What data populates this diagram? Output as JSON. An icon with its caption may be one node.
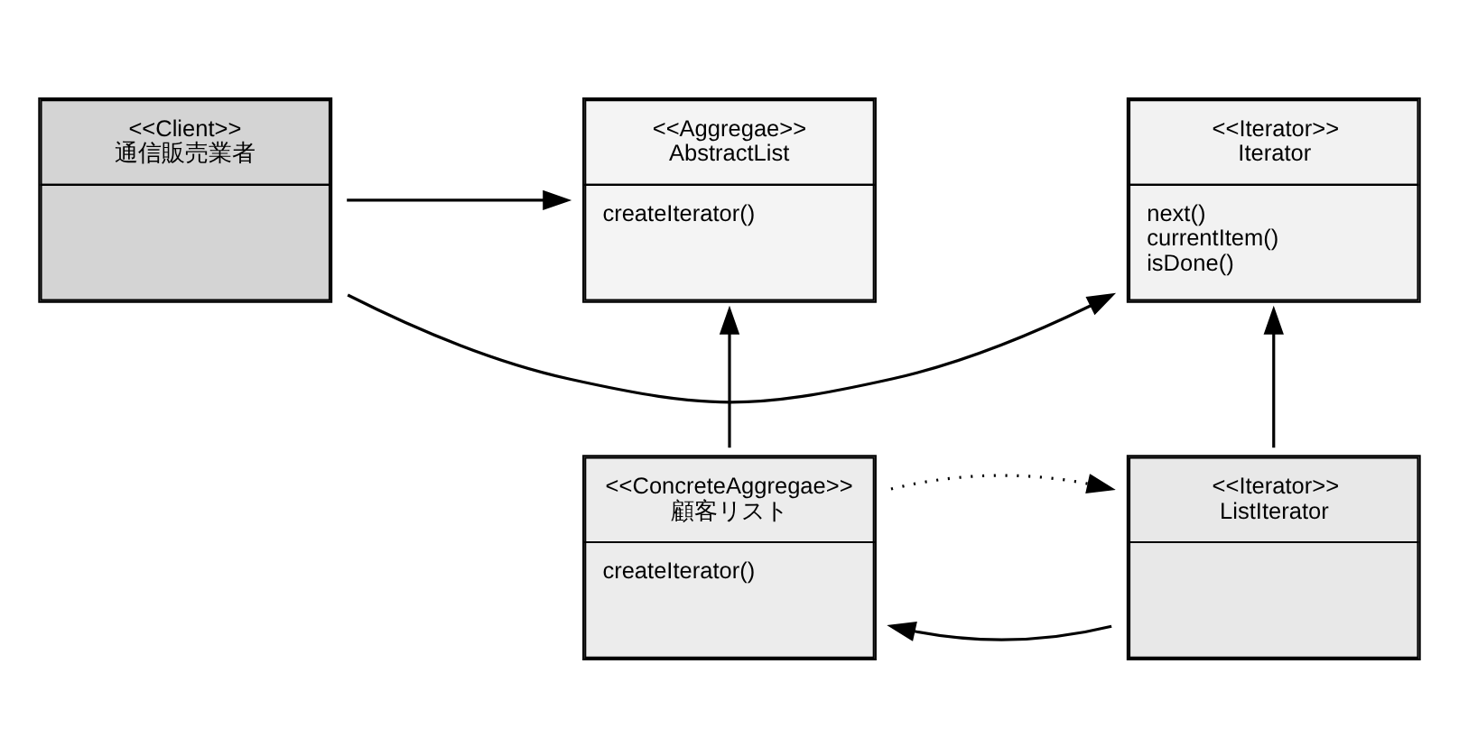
{
  "diagram": {
    "nodes": [
      {
        "text": [
          "<<Aggregae>>",
          "AbstractList",
          "createIterator()"
        ]
      },
      {
        "text": [
          "<<Client>>",
          "通信販売業者"
        ]
      },
      {
        "text": [
          "<<Iterator>>",
          "Iterator",
          "next()",
          "currentItem()",
          "isDone()"
        ]
      },
      {
        "text": [
          "<<ConcreteAggregae>>",
          "顧客リスト",
          "createIterator()"
        ]
      },
      {
        "text": [
          "<<Iterator>>",
          "ListIterator"
        ]
      }
    ],
    "edges": [
      {
        "from": 1,
        "to": 0,
        "arrow": "to"
      },
      {
        "from": 1,
        "to": 2,
        "arrow": "to"
      },
      {
        "from": 3,
        "to": 0,
        "arrow": "to"
      },
      {
        "from": 4,
        "to": 2,
        "arrow": "to"
      },
      {
        "from": 3,
        "to": 4,
        "arrow": "to",
        "style": "dashed"
      },
      {
        "from": 4,
        "to": 3,
        "arrow": "to"
      }
    ]
  }
}
